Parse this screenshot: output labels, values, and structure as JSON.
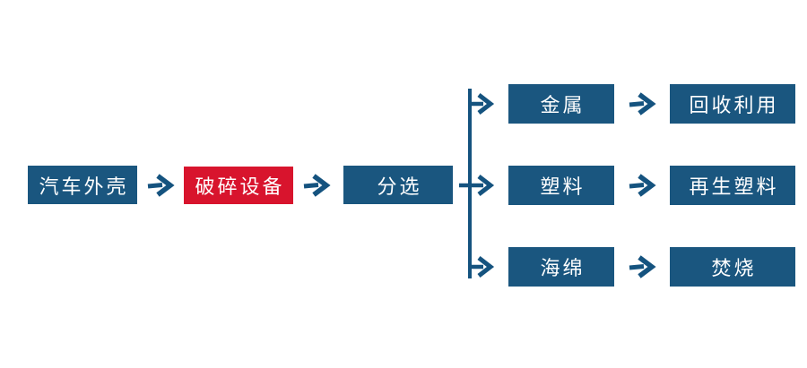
{
  "diagram": {
    "title_hint": "car-shell-recycling-process-flowchart",
    "main_flow": [
      {
        "id": "car-shell",
        "label": "汽车外壳",
        "variant": "blue"
      },
      {
        "id": "crusher",
        "label": "破碎设备",
        "variant": "red"
      },
      {
        "id": "sorting",
        "label": "分选",
        "variant": "blue"
      }
    ],
    "branches": [
      {
        "material": "金属",
        "outcome": "回收利用"
      },
      {
        "material": "塑料",
        "outcome": "再生塑料"
      },
      {
        "material": "海绵",
        "outcome": "焚烧"
      }
    ],
    "colors": {
      "box_blue": "#1A567F",
      "box_red": "#D8142D",
      "arrow_blue": "#15537F",
      "text_white": "#FFFFFF",
      "bg": "#FFFFFF"
    }
  }
}
